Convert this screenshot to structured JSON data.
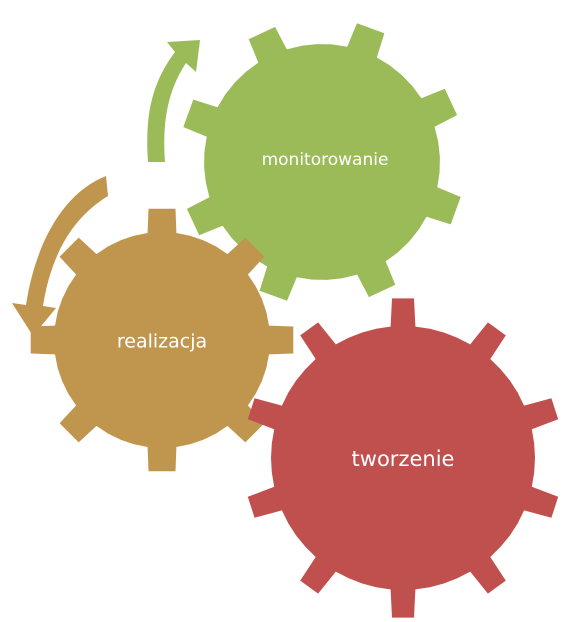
{
  "gears": [
    {
      "id": "monitorowanie",
      "label": "monitorowanie",
      "color": "#9BBB59"
    },
    {
      "id": "realizacja",
      "label": "realizacja",
      "color": "#C0964F"
    },
    {
      "id": "tworzenie",
      "label": "tworzenie",
      "color": "#C0504D"
    }
  ],
  "arrows": [
    {
      "id": "arrow-up",
      "color": "#9BBB59"
    },
    {
      "id": "arrow-down",
      "color": "#C0964F"
    }
  ]
}
